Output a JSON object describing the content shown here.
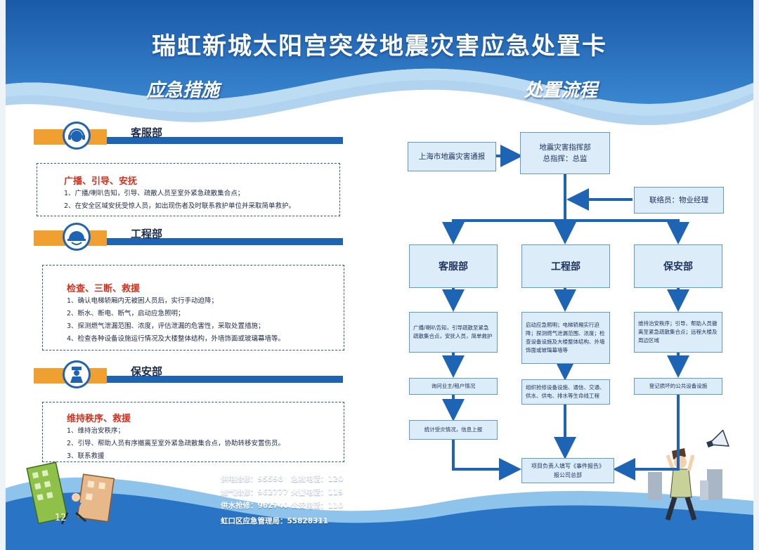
{
  "title": "瑞虹新城太阳宫突发地震灾害应急处置卡",
  "left_heading": "应急措施",
  "right_heading": "处置流程",
  "colors": {
    "primary_blue": "#1e64b4",
    "accent_orange": "#f0a030",
    "alert_red": "#d6311f",
    "box_fill": "#dcecf8"
  },
  "departments": [
    {
      "name": "客服部",
      "icon": "headset-icon",
      "box_title": "广播、引导、安抚",
      "lines": [
        "1、广播/喇叭告知，引导、疏散人员至室外紧急疏散集合点；",
        "2、在安全区域安抚受惊人员，如出现伤者及时联系救护单位并采取简单救护。"
      ]
    },
    {
      "name": "工程部",
      "icon": "hardhat-icon",
      "box_title": "检查、三断、救援",
      "lines": [
        "1、确认电梯轿厢内无被困人员后，实行手动迫降；",
        "2、断水、断电、断气，启动应急照明；",
        "3、探测燃气泄漏范围、浓度，评估泄漏的危害性，采取处置措施；",
        "4、检查各种设备设施运行情况及大楼整体结构，外墙饰面或玻璃幕墙等。"
      ]
    },
    {
      "name": "保安部",
      "icon": "security-guard-icon",
      "box_title": "维持秩序、救援",
      "lines": [
        "1、维持治安秩序；",
        "2、引导、帮助人员有序撤离至室外紧急疏散集合点，协助转移安置伤员。",
        "3、联系救援"
      ]
    }
  ],
  "contacts": [
    [
      "供电抢修：95598",
      "急救电话：120"
    ],
    [
      "燃气抢修：962777",
      "火警电话：119"
    ],
    [
      "供水抢修：962740",
      "公安电话：110"
    ]
  ],
  "district_contact": "虹口区应急管理局：55828311",
  "page_number": "12",
  "flow": {
    "source": "上海市地震灾害通报",
    "command_line1": "地震灾害指挥部",
    "command_line2": "总指挥：总监",
    "liaison": "联络员：物业经理",
    "dept_kefu": "客服部",
    "dept_gongcheng": "工程部",
    "dept_baoan": "保安部",
    "kefu_action": "广播/喇叭告知，引导疏散至紧急疏散集合点，安抚人员，简单救护",
    "gongcheng_action": "启动应急照明；电梯轿厢实行迫降；探测燃气泄漏范围、浓度；检查设备设施及大楼整体结构、外墙饰面或玻璃幕墙等",
    "baoan_action": "维持治安秩序；引导、帮助人员撤离至紧急疏散集合点；远程大楼及周边区域",
    "kefu_step2": "询问业主/租户情况",
    "kefu_step3": "统计受灾情况，信息上报",
    "gongcheng_step2": "组织抢修设备设施、通信、交通、供水、供电、排水等生命线工程",
    "baoan_step2": "登记损坏的公共设备设施",
    "report_line1": "项目负责人填写《事件报告》",
    "report_line2": "报公司总部"
  }
}
